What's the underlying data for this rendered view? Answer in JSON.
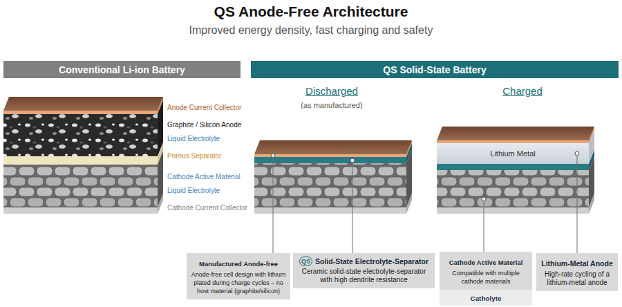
{
  "diagram": {
    "title": "QS Anode-Free Architecture",
    "nodes": [
      {
        "text": [
          "Conventional Li-ion Battery"
        ]
      },
      {
        "text": [
          "QS Solid-State Battery"
        ]
      },
      {
        "text": [
          "Manufactured Anode-free",
          "Anode-free cell design with lithium plated during charge cycles – no host material (graphite/silicon)"
        ]
      },
      {
        "text": [
          "QS",
          "Solid-State Electrolyte-Separator",
          "Ceramic solid-state electrolyte-separator with high dendrite resistance"
        ]
      },
      {
        "text": [
          "Cathode Active Material",
          "Compatible with multiple cathode materials"
        ]
      },
      {
        "text": [
          "Catholyte"
        ],
        "in": 4
      },
      {
        "text": [
          "Lithium-Metal Anode",
          "High-rate cycling of a lithium-metal anode"
        ]
      }
    ],
    "labels": [
      "Improved energy density, fast charging and safety",
      "Anode Current Collector",
      "Graphite / Silicon Anode",
      "Liquid Electrolyte",
      "Porous Separator",
      "Cathode Active Material",
      "Liquid Electrolyte",
      "Cathode Current Collector",
      "Discharged",
      "(as manufactured)",
      "Charged",
      "Lithium Metal"
    ]
  }
}
